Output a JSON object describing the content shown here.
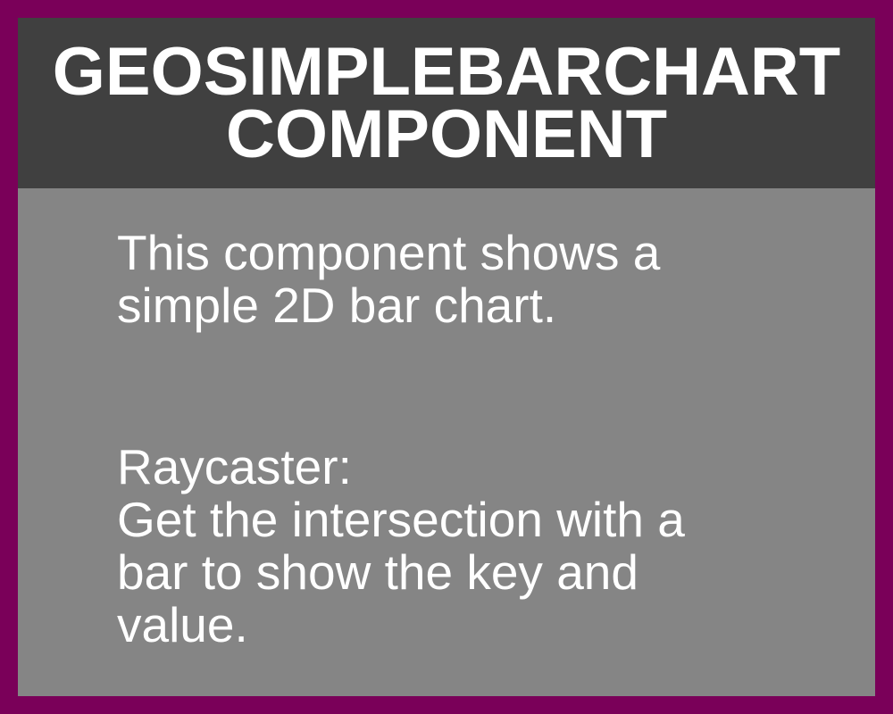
{
  "panel": {
    "title_lines": [
      "GEOSIMPLEBARCHART",
      "COMPONENT"
    ],
    "description_lines": [
      "This component shows a",
      "simple 2D bar chart."
    ],
    "raycaster_lines": [
      "Raycaster:",
      "Get the intersection with a",
      "bar to show the key and",
      "value."
    ]
  },
  "colors": {
    "border": "#7a0059",
    "header_background": "#404040",
    "body_background": "#858585",
    "text": "#ffffff"
  }
}
